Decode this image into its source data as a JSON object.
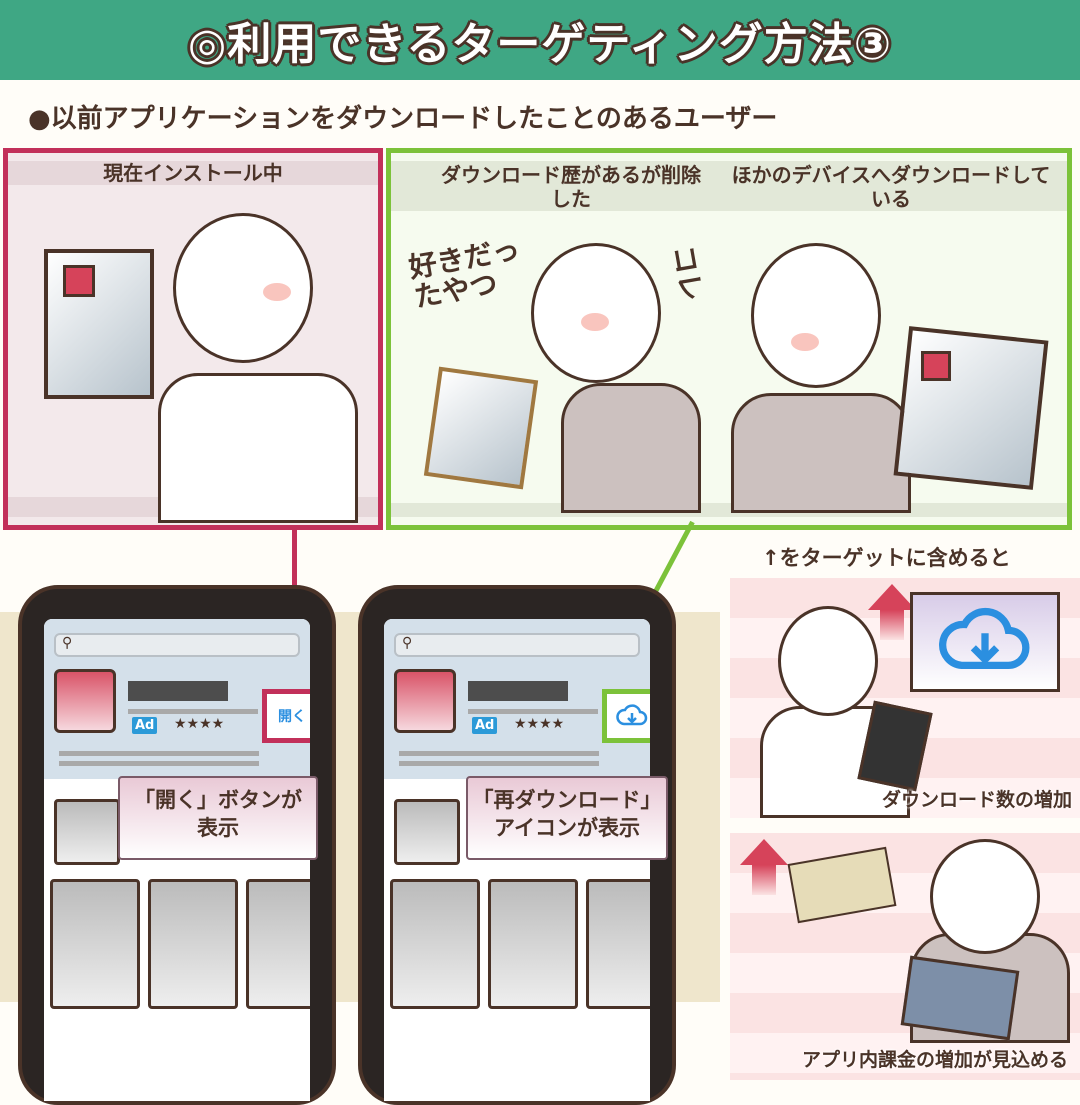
{
  "title": "◎利用できるターゲティング方法③",
  "subtitle": "●以前アプリケーションをダウンロードしたことのあるユーザー",
  "panels": {
    "installed": {
      "label": "現在インストール中"
    },
    "deleted": {
      "label": "ダウンロード歴があるが削除した",
      "handwriting": [
        "好きだったやつ",
        "コレ"
      ]
    },
    "other_device": {
      "label": "ほかのデバイスへダウンロードしている"
    }
  },
  "phones": [
    {
      "ad_badge": "Ad",
      "rating": "★★★★",
      "action_label": "開く",
      "action_type": "open-button",
      "callout": [
        "「開く」ボタンが",
        "表示"
      ]
    },
    {
      "ad_badge": "Ad",
      "rating": "★★★★",
      "action_label": "",
      "action_type": "cloud-download-icon",
      "callout": [
        "「再ダウンロード」",
        "アイコンが表示"
      ]
    }
  ],
  "effects": {
    "heading": "↑をターゲットに含めると",
    "items": [
      {
        "label": "ダウンロード数の増加"
      },
      {
        "label": "アプリ内課金の増加が見込める"
      }
    ]
  },
  "colors": {
    "header": "#3fa784",
    "installed_accent": "#c2305a",
    "deleted_accent": "#7cc23a",
    "download_icon": "#2b8fe0"
  }
}
